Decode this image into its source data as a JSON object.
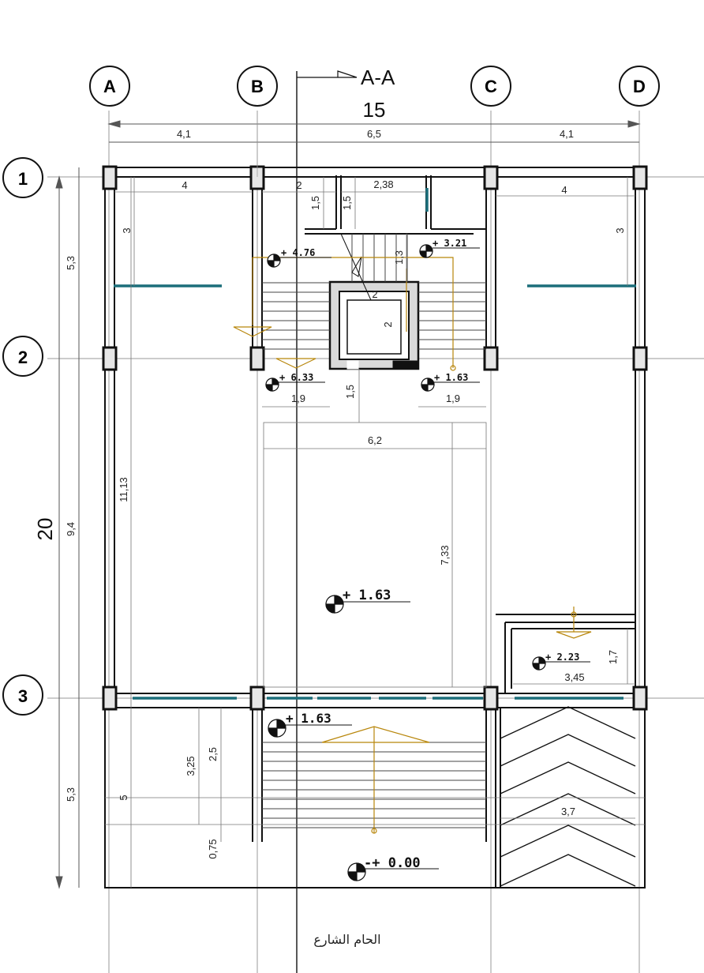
{
  "grid_columns": [
    "A",
    "B",
    "C",
    "D"
  ],
  "grid_rows": [
    "1",
    "2",
    "3"
  ],
  "section_marker": "A-A",
  "overall_width": "15",
  "overall_depth": "20",
  "top_dims": [
    "4,1",
    "6,5",
    "4,1"
  ],
  "left_dims": [
    "5,3",
    "9,4",
    "5,3"
  ],
  "inner_dims": {
    "room_left_width": "4",
    "room_right_width": "4",
    "room_left_depth": "3",
    "room_right_depth": "3",
    "stair_top_w1": "2",
    "stair_top_w2": "2,38",
    "stair_top_h1": "1,5",
    "stair_top_h2": "1,5",
    "stair_h3": "1,3",
    "shaft_w": "2",
    "shaft_h": "2",
    "below_left": "1,9",
    "below_right": "1,9",
    "below_mid": "1,5",
    "hall_width": "6,2",
    "hall_depth": "7,33",
    "left_long": "11,13",
    "guard_w": "3,45",
    "guard_h": "1,7",
    "front_2_5": "2,5",
    "front_3_25": "3,25",
    "front_0_75": "0,75",
    "front_5": "5",
    "ramp_w": "3,7"
  },
  "levels": {
    "l476": "+ 4.76",
    "l321": "+ 3.21",
    "l633": "+ 6.33",
    "l163a": "+ 1.63",
    "l163main": "+ 1.63",
    "l223": "+ 2.23",
    "l163front": "+ 1.63",
    "l000": "-+ 0.00"
  },
  "street_label": "الحام الشارع"
}
